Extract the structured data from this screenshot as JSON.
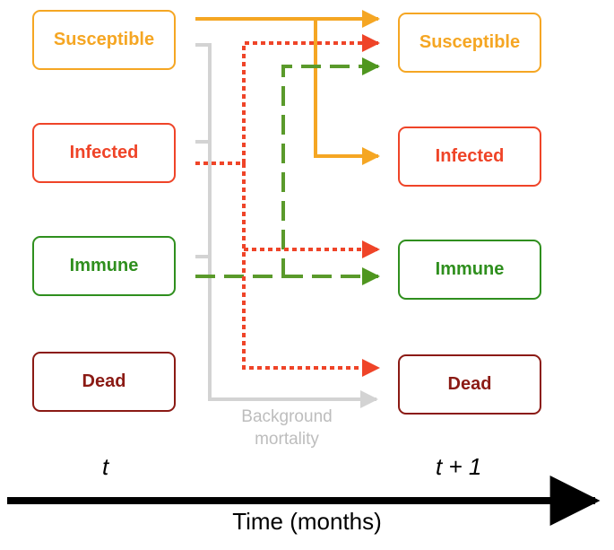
{
  "left_states": [
    {
      "label": "Susceptible",
      "color": "orange"
    },
    {
      "label": "Infected",
      "color": "red"
    },
    {
      "label": "Immune",
      "color": "green"
    },
    {
      "label": "Dead",
      "color": "darkred"
    }
  ],
  "right_states": [
    {
      "label": "Susceptible",
      "color": "orange"
    },
    {
      "label": "Infected",
      "color": "red"
    },
    {
      "label": "Immune",
      "color": "green"
    },
    {
      "label": "Dead",
      "color": "darkred"
    }
  ],
  "background_mortality": {
    "line1": "Background",
    "line2": "mortality"
  },
  "time": {
    "t": "t",
    "t_plus_1": "t + 1",
    "axis_label": "Time (months)"
  },
  "colors": {
    "orange": "#f5a623",
    "red": "#ef4428",
    "green": "#2f8f1e",
    "darkred": "#8b1a14",
    "gray": "#d3d3d3"
  }
}
